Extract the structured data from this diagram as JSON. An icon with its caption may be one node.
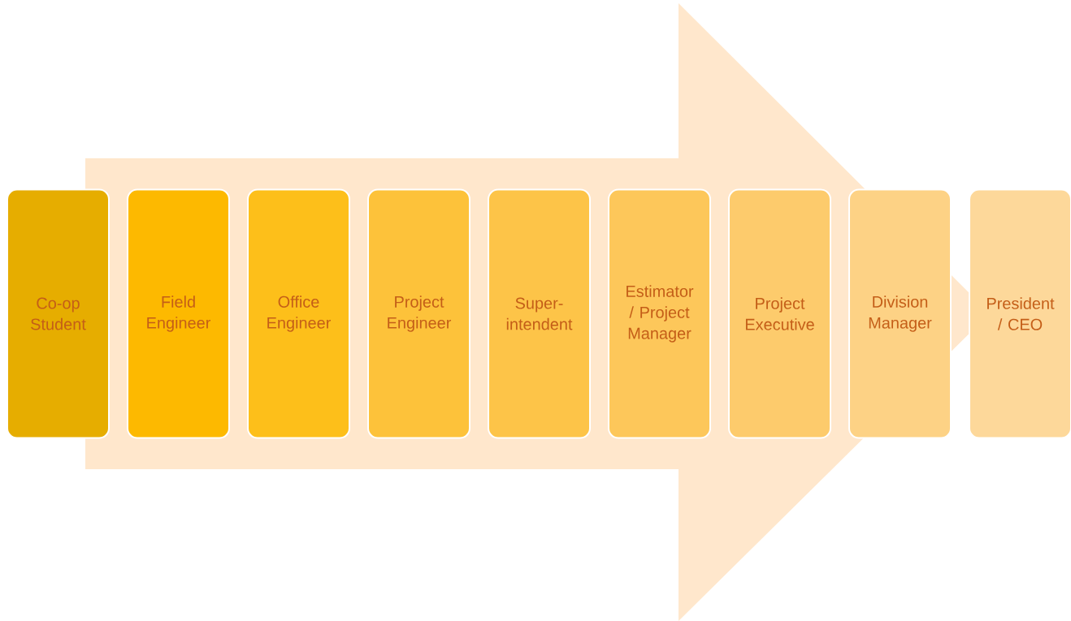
{
  "diagram": {
    "nodes": [
      {
        "text": [
          "Co-op Student"
        ]
      },
      {
        "text": [
          "Field Engineer"
        ]
      },
      {
        "text": [
          "Office Engineer"
        ]
      },
      {
        "text": [
          "Project Engineer"
        ]
      },
      {
        "text": [
          "Super- intendent"
        ]
      },
      {
        "text": [
          "Estimator / Project Manager"
        ]
      },
      {
        "text": [
          "Project Executive"
        ]
      },
      {
        "text": [
          "Division Manager"
        ]
      },
      {
        "text": [
          "President / CEO"
        ]
      }
    ],
    "edges": [
      {
        "from": 0,
        "to": 8,
        "arrow": "to"
      }
    ]
  }
}
